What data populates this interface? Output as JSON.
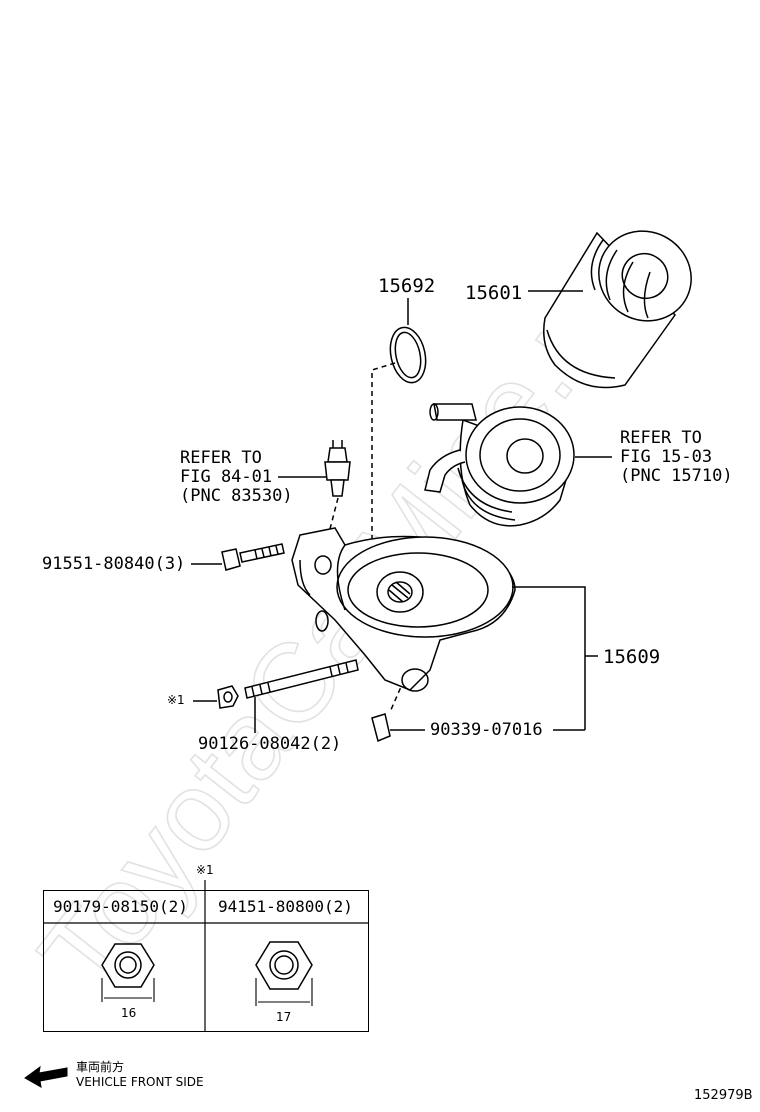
{
  "watermark": "ToyotaCarMine.ru",
  "parts": {
    "oring": "15692",
    "filter": "15601",
    "refer_cooler": [
      "REFER TO",
      "FIG 15-03",
      "(PNC 15710)"
    ],
    "refer_sensor": [
      "REFER TO",
      "FIG 84-01",
      "(PNC 83530)"
    ],
    "bolt": "91551-80840(3)",
    "bracket": "15609",
    "nut_mark": "※1",
    "stud": "90126-08042(2)",
    "plug": "90339-07016"
  },
  "table": {
    "mark": "※1",
    "columns": [
      {
        "part": "90179-08150(2)",
        "size": "16"
      },
      {
        "part": "94151-80800(2)",
        "size": "17"
      }
    ]
  },
  "direction": {
    "jp": "車両前方",
    "en": "VEHICLE FRONT SIDE"
  },
  "figure_id": "152979B"
}
